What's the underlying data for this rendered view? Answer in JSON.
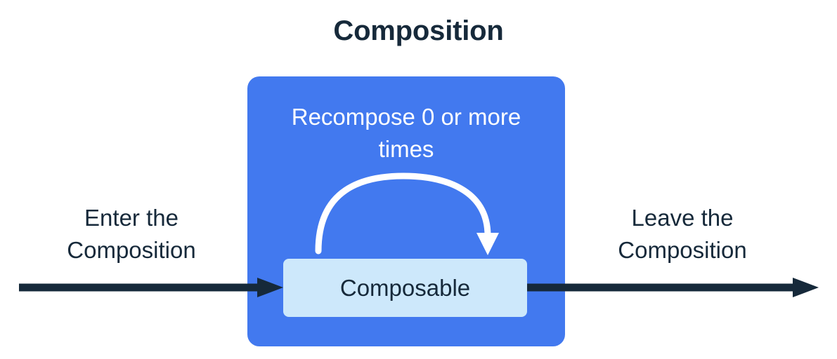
{
  "title": "Composition",
  "theme": {
    "background": "#ffffff",
    "composition_fill": "#4279ef",
    "composable_fill": "#cde8fb",
    "ink": "#16293a",
    "on_blue_text": "#ffffff",
    "recompose_arrow": "#ffffff"
  },
  "composition": {
    "recompose_label": "Recompose 0 or more times",
    "composable_label": "Composable"
  },
  "flow": {
    "enter_label": "Enter the Composition",
    "leave_label": "Leave the Composition"
  },
  "icons": {
    "enter_arrow": "arrow-right-icon",
    "leave_arrow": "arrow-right-icon",
    "recompose_loop": "curved-loop-arrow-icon"
  }
}
